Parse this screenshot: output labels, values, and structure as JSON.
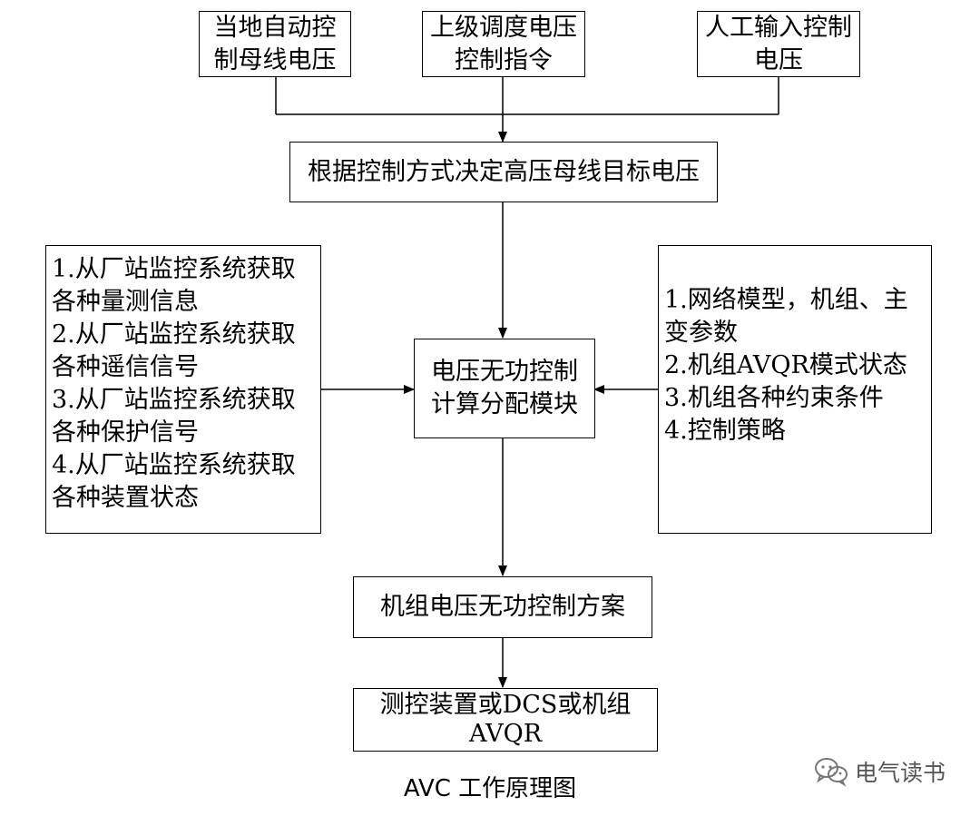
{
  "inputs": [
    {
      "text": "当地自动控\n制母线电压"
    },
    {
      "text": "上级调度电压\n控制指令"
    },
    {
      "text": "人工输入控制\n电压"
    }
  ],
  "target_box": {
    "text": "根据控制方式决定高压母线目标电压"
  },
  "left_panel": {
    "items": [
      "1.从厂站监控系统获取",
      "各种量测信息",
      "2.从厂站监控系统获取",
      "各种遥信信号",
      "3.从厂站监控系统获取",
      "各种保护信号",
      "4.从厂站监控系统获取",
      "各种装置状态"
    ]
  },
  "center_box": {
    "text": "电压无功控制\n计算分配模块"
  },
  "right_panel": {
    "items": [
      "1.网络模型，机组、主",
      "变参数",
      "2.机组AVQR模式状态",
      "3.机组各种约束条件",
      "4.控制策略"
    ]
  },
  "plan_box": {
    "text": "机组电压无功控制方案"
  },
  "output_box": {
    "text": "测控装置或DCS或机组\nAVQR"
  },
  "caption": "AVC 工作原理图",
  "watermark": {
    "text": "电气读书",
    "icon": "wechat-icon"
  }
}
